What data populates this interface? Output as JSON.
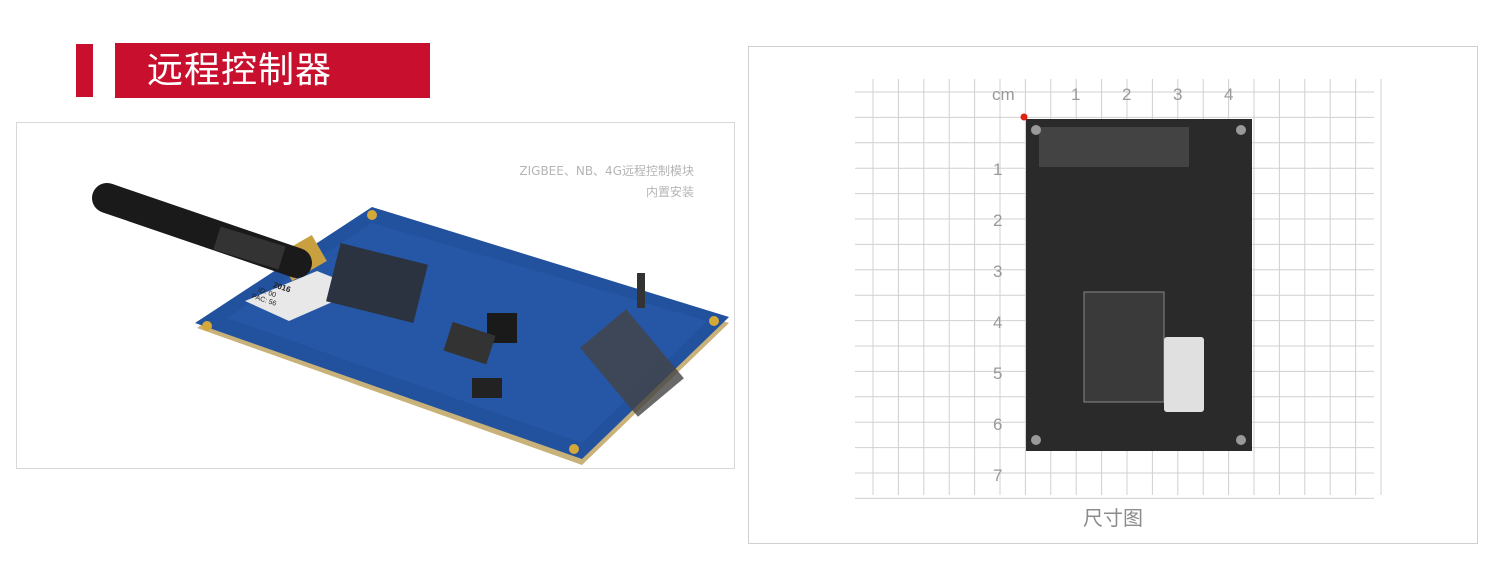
{
  "header": {
    "title": "远程控制器"
  },
  "product": {
    "caption_line1": "ZIGBEE、NB、4G远程控制模块",
    "caption_line2": "内置安装",
    "label": {
      "year": "2016",
      "id": "ID: 00",
      "pac": "PAC: 56"
    }
  },
  "dimension": {
    "unit": "cm",
    "x_ticks": [
      "1",
      "2",
      "3",
      "4"
    ],
    "y_ticks": [
      "1",
      "2",
      "3",
      "4",
      "5",
      "6",
      "7"
    ],
    "caption": "尺寸图"
  },
  "colors": {
    "accent": "#c8102e",
    "pcb_blue": "#1f4f9a",
    "grid": "#cfcfcf"
  }
}
